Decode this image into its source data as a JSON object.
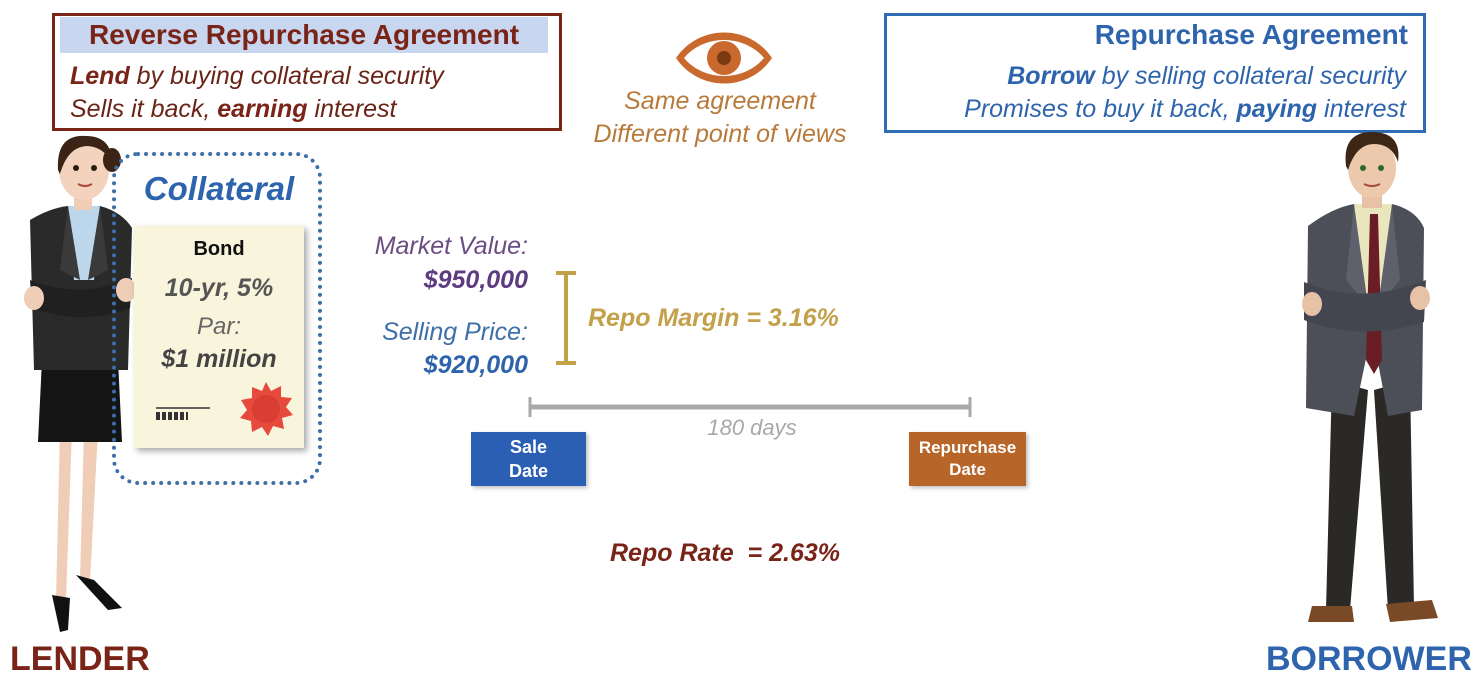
{
  "reverse_repo": {
    "title": "Reverse Repurchase Agreement",
    "line1_bold": "Lend",
    "line1_rest": " by buying collateral security",
    "line2_pre": "Sells it back, ",
    "line2_bold": "earning",
    "line2_post": " interest",
    "color": "#7a2418"
  },
  "repo": {
    "title": "Repurchase Agreement",
    "line1_bold": "Borrow",
    "line1_rest": " by selling collateral security",
    "line2_pre": "Promises to buy it back, ",
    "line2_bold": "paying",
    "line2_post": " interest",
    "color": "#2e64ad"
  },
  "center": {
    "icon": "eye-icon",
    "line1": "Same agreement",
    "line2": "Different point of views"
  },
  "collateral": {
    "title": "Collateral",
    "bond_label": "Bond",
    "bond_terms": "10-yr, 5%",
    "par_label": "Par:",
    "par_value": "$1 million",
    "seal_icon": "seal-icon"
  },
  "values": {
    "market_label": "Market Value:",
    "market_value": "$950,000",
    "selling_label": "Selling Price:",
    "selling_value": "$920,000",
    "margin_label": "Repo Margin",
    "margin_value": "= 3.16%"
  },
  "timeline": {
    "duration": "180 days",
    "sale_line1": "Sale",
    "sale_line2": "Date",
    "repurchase_line1": "Repurchase",
    "repurchase_line2": "Date",
    "sale_color": "#2b5fb4",
    "repurchase_color": "#b8652a"
  },
  "rate": {
    "label": "Repo Rate",
    "value": "= 2.63%"
  },
  "parties": {
    "lender": "LENDER",
    "borrower": "BORROWER"
  }
}
